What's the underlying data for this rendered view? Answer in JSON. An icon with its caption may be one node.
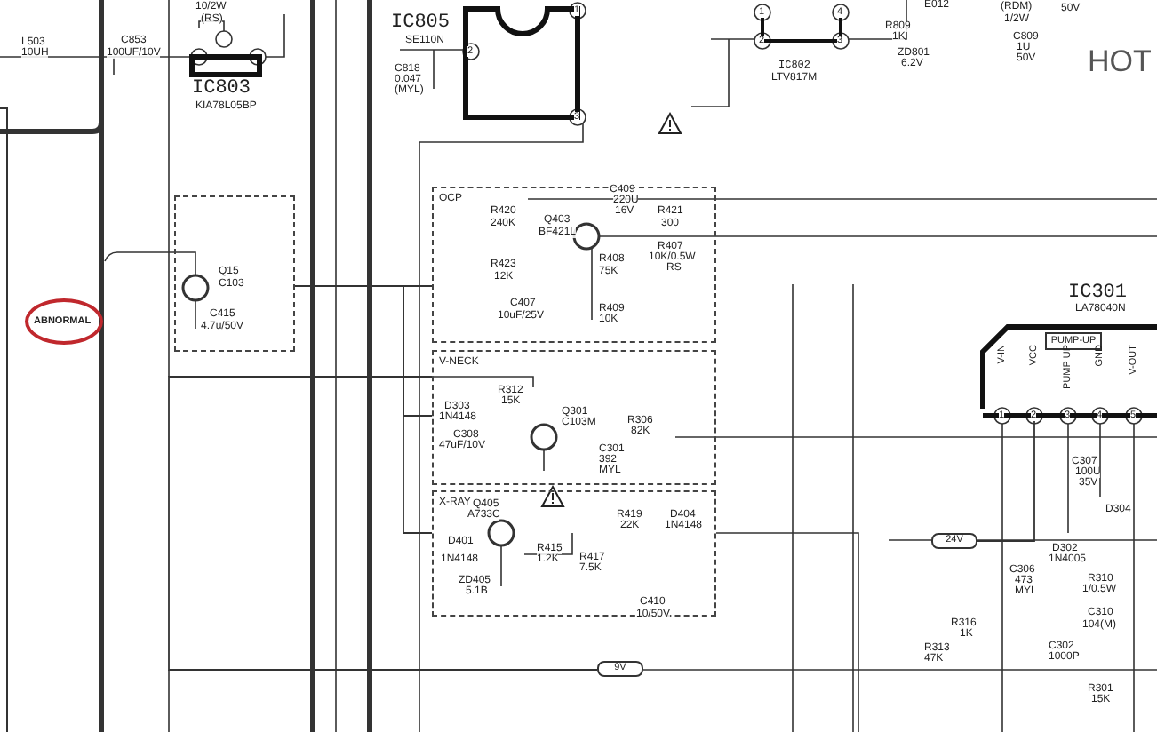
{
  "diagram": {
    "nodes": [
      {
        "text": [
          "IC803",
          "KIA78L05BP"
        ]
      },
      {
        "text": [
          "IC805",
          "SE110N"
        ]
      },
      {
        "text": [
          "IC802",
          "LTV817M"
        ]
      },
      {
        "text": [],
        "shape": "box"
      },
      {
        "text": [
          "ABNORMAL"
        ]
      },
      {
        "text": [
          "OCP"
        ]
      },
      {
        "text": [
          "V-NECK"
        ]
      },
      {
        "text": [
          "X-RAY"
        ]
      },
      {
        "text": [
          "IC301",
          "LA78040N"
        ]
      },
      {
        "text": [
          "PUMP-UP"
        ],
        "in": 8
      },
      {
        "text": [
          "24V"
        ]
      },
      {
        "text": [
          "9V"
        ]
      }
    ],
    "edges": [
      {
        "from": 3,
        "to": 5,
        "arrow": "none"
      },
      {
        "from": 3,
        "to": 6,
        "arrow": "none"
      },
      {
        "from": 3,
        "to": 7,
        "arrow": "none"
      },
      {
        "from": 10,
        "to": 8,
        "arrow": "none"
      },
      {
        "from": 11,
        "to": 6,
        "arrow": "none"
      }
    ],
    "labels": [
      "10/2W",
      "(RS)",
      "1",
      "1",
      "4",
      "E012",
      "(RDM)",
      "1/2W",
      "50V",
      "L503",
      "10UH",
      "C853",
      "100UF/10V",
      "2",
      "2",
      "3",
      "R809",
      "1K",
      "ZD801",
      "6.2V",
      "C809",
      "1U",
      "50V",
      "HOT",
      "C818",
      "0.047",
      "(MYL)",
      "3",
      "R420",
      "C409",
      "220U",
      "16V",
      "R421",
      "240K",
      "Q403",
      "300",
      "BF421L",
      "R407",
      "10K/0.5W",
      "RS",
      "R423",
      "R408",
      "Q15",
      "C103",
      "12K",
      "75K",
      "C407",
      "R409",
      "C415",
      "10uF/25V",
      "10K",
      "4.7u/50V",
      "R312",
      "15K",
      "D303",
      "1N4148",
      "Q301",
      "C103M",
      "R306",
      "82K",
      "C308",
      "47uF/10V",
      "C301",
      "392",
      "MYL",
      "V-IN",
      "VCC",
      "PUMP UP",
      "GND",
      "V-OUT",
      "1",
      "2",
      "3",
      "4",
      "5",
      "C307",
      "100U",
      "35V",
      "D304",
      "Q405",
      "A733C",
      "R419",
      "D404",
      "22K",
      "1N4148",
      "D401",
      "R415",
      "D302",
      "1N4148",
      "1.2K",
      "R417",
      "1N4005",
      "7.5K",
      "C306",
      "ZD405",
      "473",
      "R310",
      "5.1B",
      "MYL",
      "1/0.5W",
      "C410",
      "10/50V",
      "C310",
      "R316",
      "104(M)",
      "1K",
      "R313",
      "C302",
      "47K",
      "1000P",
      "R301",
      "15K"
    ]
  }
}
